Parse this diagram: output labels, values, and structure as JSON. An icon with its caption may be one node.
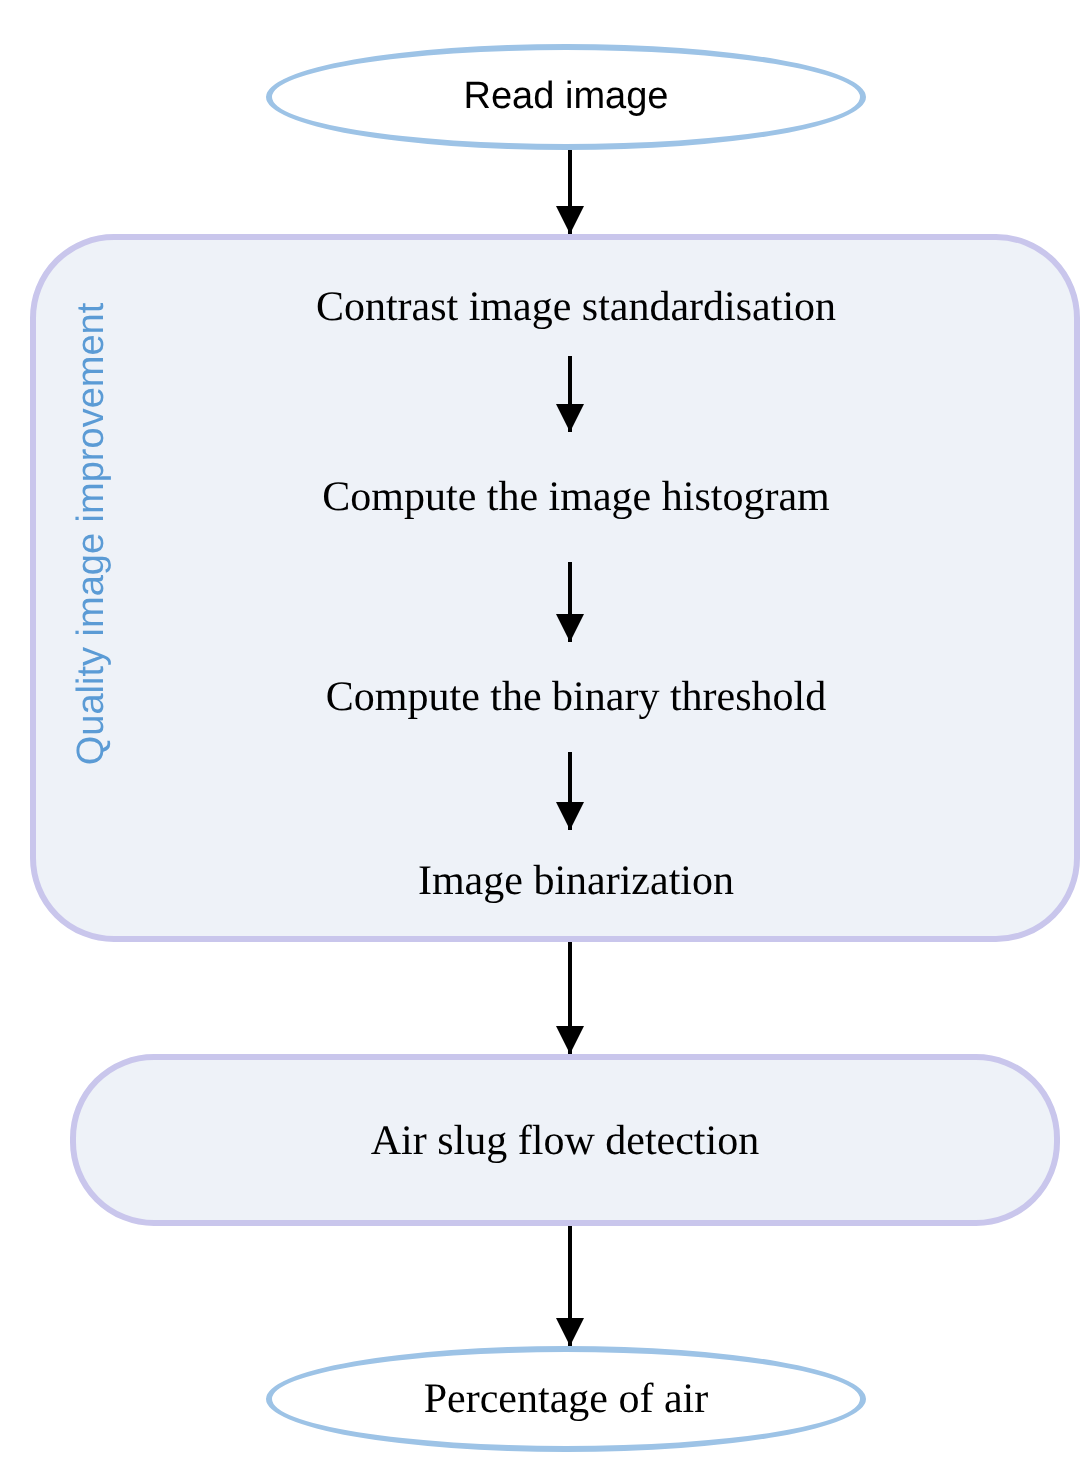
{
  "diagram": {
    "nodes": [
      {
        "text": [
          "Read image"
        ]
      },
      {
        "text": [
          "Quality image improvement"
        ]
      },
      {
        "text": [
          "Contrast image standardisation"
        ],
        "in": 1
      },
      {
        "text": [
          "Compute the image histogram"
        ],
        "in": 1
      },
      {
        "text": [
          "Compute the binary threshold"
        ],
        "in": 1
      },
      {
        "text": [
          "Image binarization"
        ],
        "in": 1
      },
      {
        "text": [
          "Air slug flow detection"
        ]
      },
      {
        "text": [
          "Percentage of air"
        ]
      }
    ],
    "edges": [
      {
        "from": 0,
        "to": 1,
        "arrow": "to"
      },
      {
        "from": 2,
        "to": 3,
        "arrow": "to"
      },
      {
        "from": 3,
        "to": 4,
        "arrow": "to"
      },
      {
        "from": 4,
        "to": 5,
        "arrow": "to"
      },
      {
        "from": 1,
        "to": 6,
        "arrow": "to"
      },
      {
        "from": 6,
        "to": 7,
        "arrow": "to"
      }
    ]
  }
}
